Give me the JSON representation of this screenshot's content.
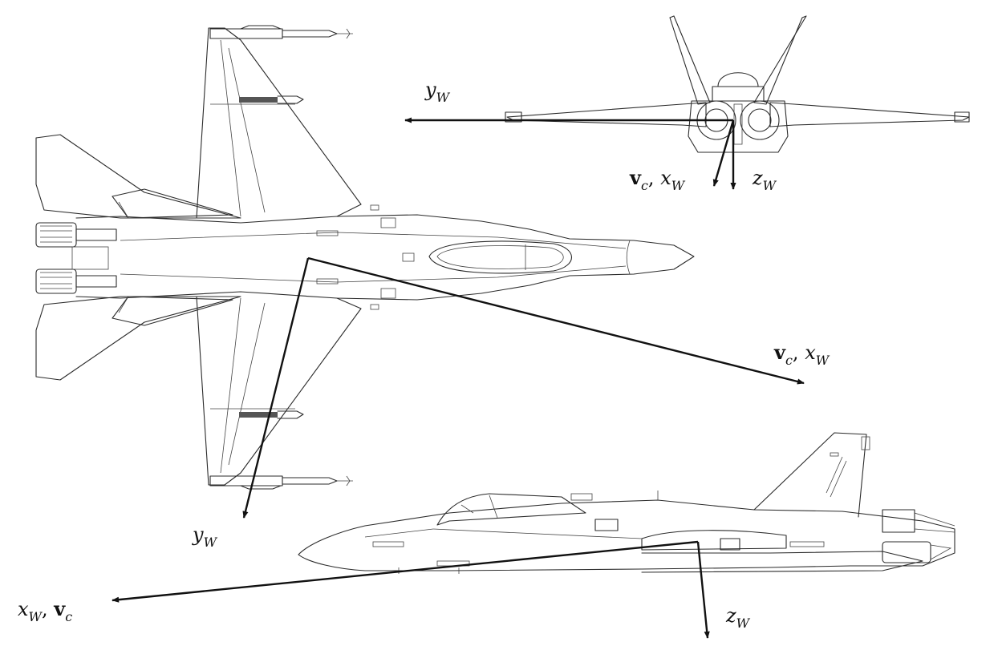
{
  "labels": {
    "front": {
      "y_axis": {
        "main": "y",
        "sub": "W"
      },
      "v_x": {
        "v": "v",
        "v_sub": "c",
        "sep": ", ",
        "x": "x",
        "x_sub": "W"
      },
      "z_axis": {
        "main": "z",
        "sub": "W"
      }
    },
    "top": {
      "v_x": {
        "v": "v",
        "v_sub": "c",
        "sep": ", ",
        "x": "x",
        "x_sub": "W"
      },
      "y_axis": {
        "main": "y",
        "sub": "W"
      }
    },
    "side": {
      "x_v": {
        "x": "x",
        "x_sub": "W",
        "sep": ", ",
        "v": "v",
        "v_sub": "c"
      },
      "z_axis": {
        "main": "z",
        "sub": "W"
      }
    }
  },
  "colors": {
    "line": "#2b2b2b",
    "axis": "#111111",
    "background": "#ffffff"
  }
}
